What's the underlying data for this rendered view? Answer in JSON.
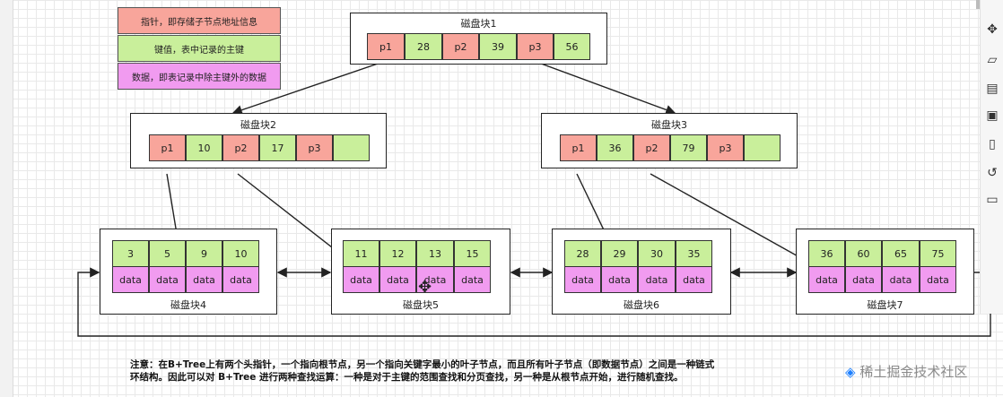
{
  "legend": [
    {
      "text": "指针，即存储子节点地址信息",
      "color": "#f8a59b"
    },
    {
      "text": "键值，表中记录的主键",
      "color": "#c9ef9b"
    },
    {
      "text": "数据，即表记录中除主键外的数据",
      "color": "#f19bf0"
    }
  ],
  "blocks": {
    "b1": {
      "title": "磁盘块1",
      "cells": [
        "p1",
        "28",
        "p2",
        "39",
        "p3",
        "56"
      ]
    },
    "b2": {
      "title": "磁盘块2",
      "cells": [
        "p1",
        "10",
        "p2",
        "17",
        "p3",
        ""
      ]
    },
    "b3": {
      "title": "磁盘块3",
      "cells": [
        "p1",
        "36",
        "p2",
        "79",
        "p3",
        ""
      ]
    },
    "b4": {
      "title": "磁盘块4",
      "keys": [
        "3",
        "5",
        "9",
        "10"
      ],
      "data": [
        "data",
        "data",
        "data",
        "data"
      ]
    },
    "b5": {
      "title": "磁盘块5",
      "keys": [
        "11",
        "12",
        "13",
        "15"
      ],
      "data": [
        "data",
        "data",
        "data",
        "data"
      ]
    },
    "b6": {
      "title": "磁盘块6",
      "keys": [
        "28",
        "29",
        "30",
        "35"
      ],
      "data": [
        "data",
        "data",
        "data",
        "data"
      ]
    },
    "b7": {
      "title": "磁盘块7",
      "keys": [
        "36",
        "60",
        "65",
        "75"
      ],
      "data": [
        "data",
        "data",
        "data",
        "data"
      ]
    }
  },
  "note": {
    "line1": "注意：在B+Tree上有两个头指针，一个指向根节点，另一个指向关键字最小的叶子节点，而且所有叶子节点（即数据节点）之间是一种链式",
    "line2": "环结构。因此可以对 B+Tree 进行两种查找运算：一种是对于主键的范围查找和分页查找，另一种是从根节点开始，进行随机查找。"
  },
  "watermark": "稀土掘金技术社区",
  "toolbar_icons": [
    "move-icon",
    "format-icon",
    "calendar-icon",
    "outline-icon",
    "page-icon",
    "history-icon",
    "comment-icon"
  ]
}
